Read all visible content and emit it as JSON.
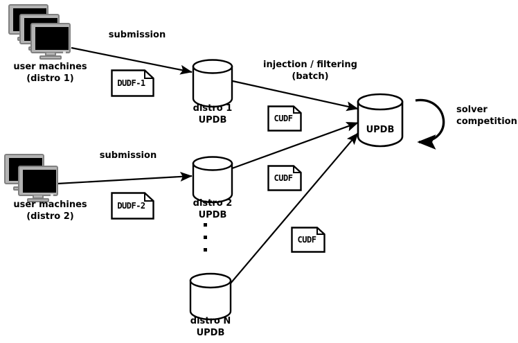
{
  "diagram": {
    "title": "Mancoosi UPDB / solver competition data flow",
    "background_color": "#ffffff",
    "stroke_color": "#000000",
    "monitor_bezel_color": "#b3b3b3",
    "monitor_border_color": "#808080",
    "monitor_screen_color": "#000000"
  },
  "nodes": {
    "user_machines_1": {
      "caption_line1": "user machines",
      "caption_line2": "(distro 1)",
      "monitor_count": 3
    },
    "user_machines_2": {
      "caption_line1": "user machines",
      "caption_line2": "(distro 2)",
      "monitor_count": 2
    },
    "distro1_db": {
      "caption_line1": "distro 1",
      "caption_line2": "UPDB"
    },
    "distro2_db": {
      "caption_line1": "distro 2",
      "caption_line2": "UPDB"
    },
    "distroN_db": {
      "caption_line1": "distro N",
      "caption_line2": "UPDB"
    },
    "central_db": {
      "caption": "UPDB"
    }
  },
  "documents": {
    "dudf_1": {
      "label": "DUDF-1"
    },
    "dudf_2": {
      "label": "DUDF-2"
    },
    "cudf_1": {
      "label": "CUDF"
    },
    "cudf_2": {
      "label": "CUDF"
    },
    "cudf_3": {
      "label": "CUDF"
    }
  },
  "edge_labels": {
    "submission_1": "submission",
    "submission_2": "submission",
    "injection_line1": "injection / filtering",
    "injection_line2": "(batch)",
    "solver_line1": "solver",
    "solver_line2": "competition"
  },
  "ellipsis": {
    "dot_count": 3
  }
}
